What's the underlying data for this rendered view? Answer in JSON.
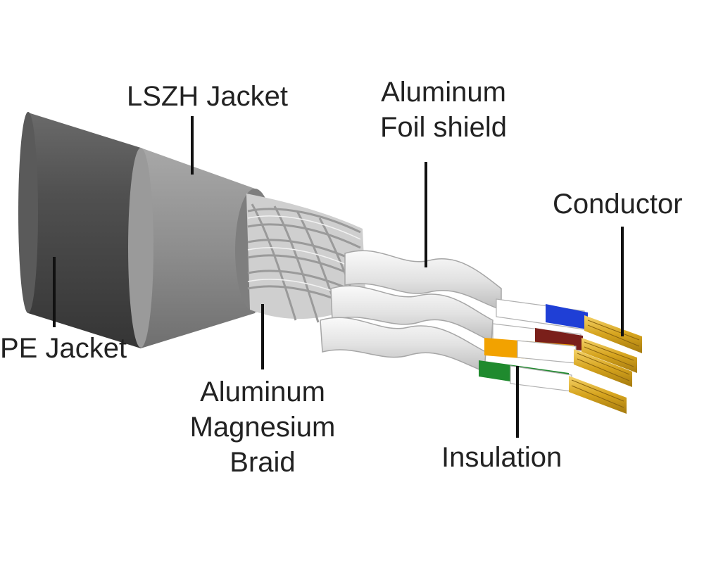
{
  "labels": {
    "lszh_jacket": "LSZH Jacket",
    "foil_shield": [
      "Aluminum",
      "Foil shield"
    ],
    "conductor": "Conductor",
    "pe_jacket": "PE Jacket",
    "braid": [
      "Aluminum",
      "Magnesium",
      "Braid"
    ],
    "insulation": "Insulation"
  },
  "colors": {
    "pe_jacket": "#4d4d4d",
    "lszh_jacket": "#8c8c8c",
    "braid": "#d0d0d0",
    "foil": "#e6e6e6",
    "pair_blue": "#1f3fd6",
    "pair_brown": "#7a1f1a",
    "pair_orange": "#f2a200",
    "pair_green": "#1f8a2e",
    "conductor": "#d9a520",
    "leader": "#111111"
  }
}
